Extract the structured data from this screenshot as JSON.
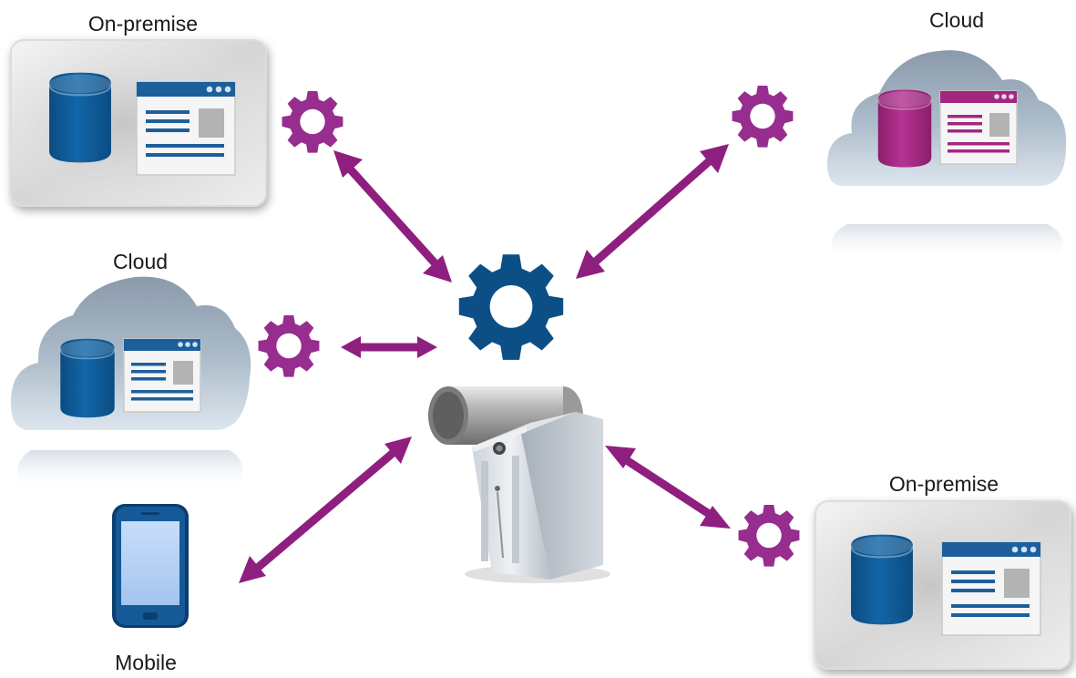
{
  "labels": {
    "on_premise_top_left": "On-premise",
    "cloud_top_right": "Cloud",
    "cloud_mid_left": "Cloud",
    "on_premise_bottom_right": "On-premise",
    "mobile": "Mobile"
  },
  "colors": {
    "connector": "#8e1f7f",
    "gear_small": "#962d8f",
    "gear_central": "#0c4f86",
    "on_premise_db": "#0d5a96",
    "cloud_left_db": "#0d5a96",
    "cloud_right_db": "#a3277f",
    "window_header_blue": "#1c5f9c",
    "window_header_purple": "#a3277f"
  },
  "icons": {
    "hub": "gear-icon",
    "server": "server-tower-icon",
    "pipe": "pipe-icon",
    "phone": "smartphone-icon",
    "database": "database-icon",
    "app_window": "application-window-icon",
    "cloud": "cloud-icon",
    "connection": "double-arrow-icon"
  }
}
